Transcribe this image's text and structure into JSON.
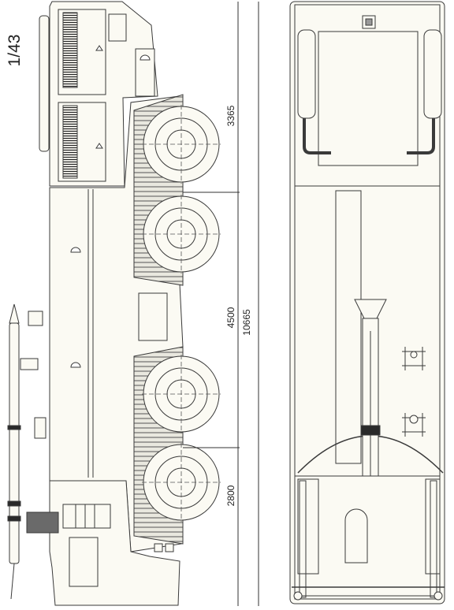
{
  "drawing": {
    "scale": "1/43",
    "dimensions": {
      "front_overhang": "3365",
      "wheelbase_middle": "4500",
      "overall_length": "10665",
      "rear_overhang": "2800"
    }
  },
  "colors": {
    "paper": "#ffffff",
    "body_fill": "#fbfaf3",
    "line": "#3a3a3a",
    "dark": "#2a2a2a"
  }
}
